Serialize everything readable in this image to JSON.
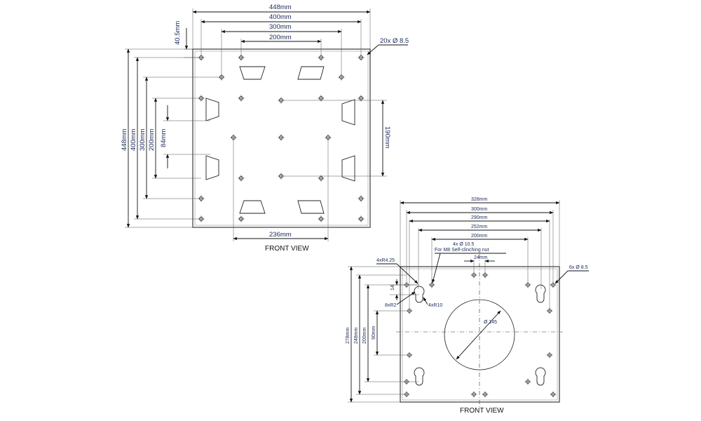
{
  "left_view": {
    "dim_448_width": "448mm",
    "dim_400_width": "400mm",
    "dim_300_width": "300mm",
    "dim_200_width": "200mm",
    "dim_40_5": "40.5mm",
    "hole_callout": "20x Ø 8.5",
    "dim_448_height": "448mm",
    "dim_400_height": "400mm",
    "dim_300_height": "300mm",
    "dim_200_height": "200mm",
    "dim_84": "84mm",
    "dim_190": "190mm",
    "dim_236": "236mm",
    "caption": "FRONT VIEW"
  },
  "right_view": {
    "dim_328": "328mm",
    "dim_300": "300mm",
    "dim_290": "290mm",
    "dim_252": "252mm",
    "dim_200": "200mm",
    "nut_callout_1": "4x Ø 10.5",
    "nut_callout_2": "For M8 Self-clinching nut",
    "dim_24": "24mm",
    "radius_4_25": "4xR4.25",
    "hole_callout": "6x Ø 8.5",
    "dim_14": "14",
    "radius_2": "8xR2",
    "radius_10": "4xR10",
    "diameter_145": "Ø 145",
    "dim_278": "278mm",
    "dim_248": "248mm",
    "dim_200_height": "200mm",
    "dim_90": "90mm",
    "caption": "FRONT VIEW"
  }
}
